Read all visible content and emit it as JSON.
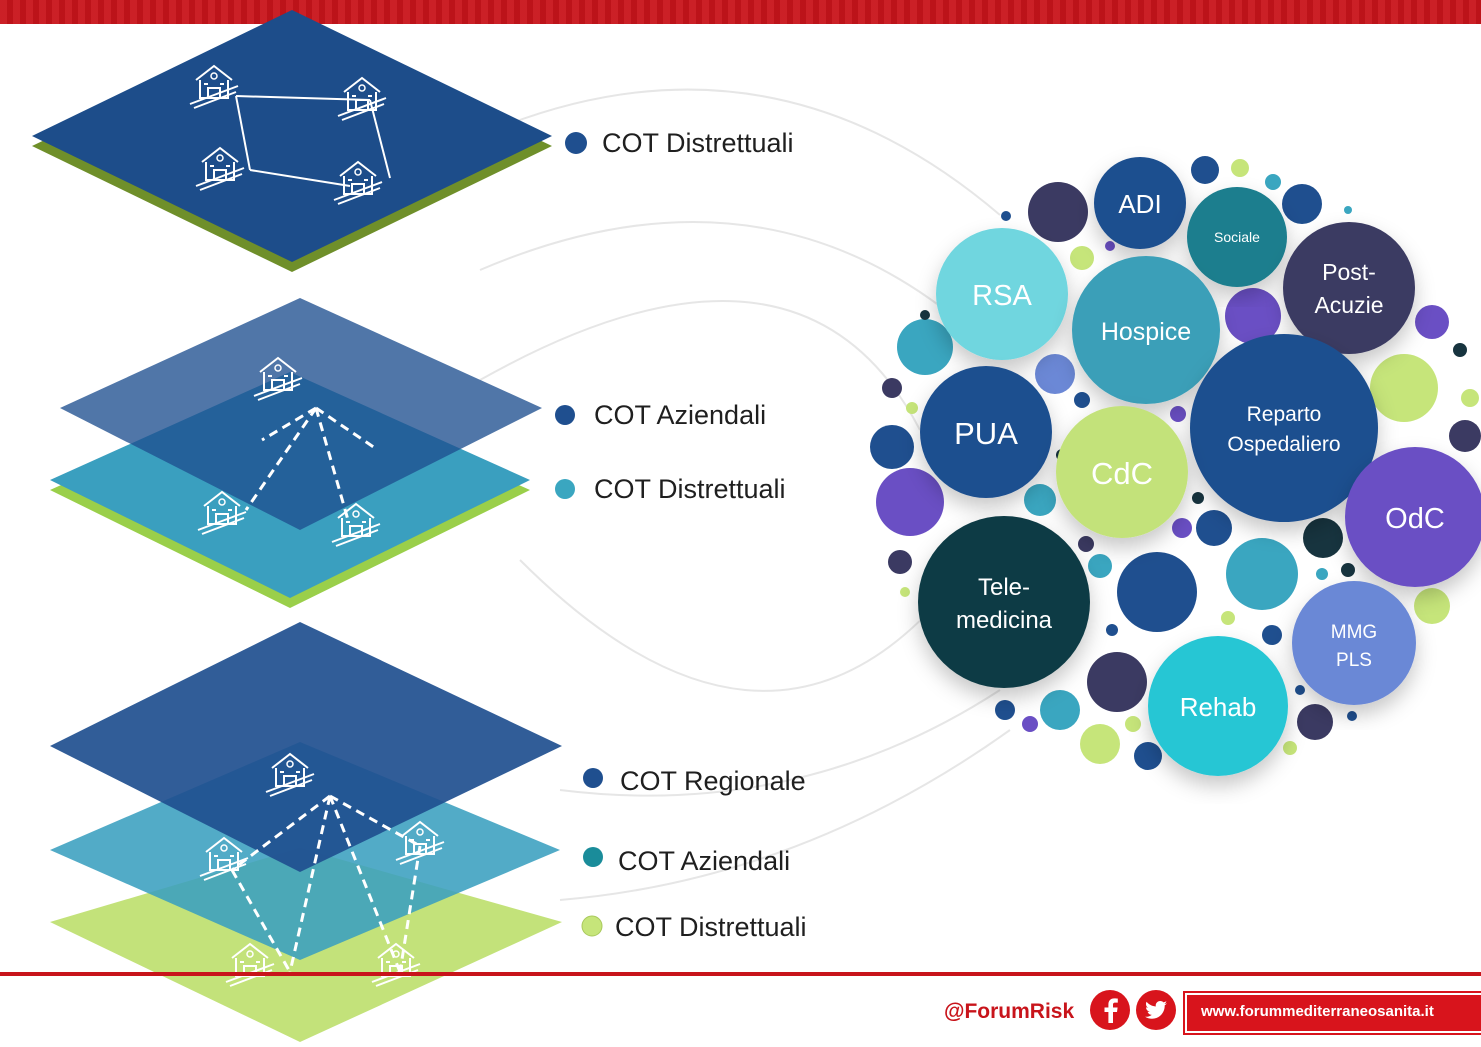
{
  "levels": [
    {
      "labels": [
        "COT Distrettuali"
      ],
      "dot_colors": [
        "#1f4f8f"
      ]
    },
    {
      "labels": [
        "COT Aziendali",
        "COT Distrettuali"
      ],
      "dot_colors": [
        "#1f4f8f",
        "#3aa6c0"
      ]
    },
    {
      "labels": [
        "COT Regionale",
        "COT Aziendali",
        "COT Distrettuali"
      ],
      "dot_colors": [
        "#1f4f8f",
        "#1a8c9a",
        "#c6e57a"
      ]
    }
  ],
  "services": {
    "adi": "ADI",
    "sociale": "Sociale",
    "post_acuzie": [
      "Post-",
      "Acuzie"
    ],
    "rsa": "RSA",
    "hospice": "Hospice",
    "reparto": [
      "Reparto",
      "Ospedaliero"
    ],
    "pua": "PUA",
    "cdc": "CdC",
    "odc": "OdC",
    "telemedicina": [
      "Tele-",
      "medicina"
    ],
    "mmg_pls": [
      "MMG",
      "PLS"
    ],
    "rehab": "Rehab"
  },
  "footer": {
    "handle": "@ForumRisk",
    "url": "www.forummediterraneosanita.it"
  },
  "colors": {
    "brand_red": "#c8141b",
    "dark_blue": "#1f4f8f",
    "teal": "#3aa6c0",
    "lime": "#c6e57a"
  }
}
